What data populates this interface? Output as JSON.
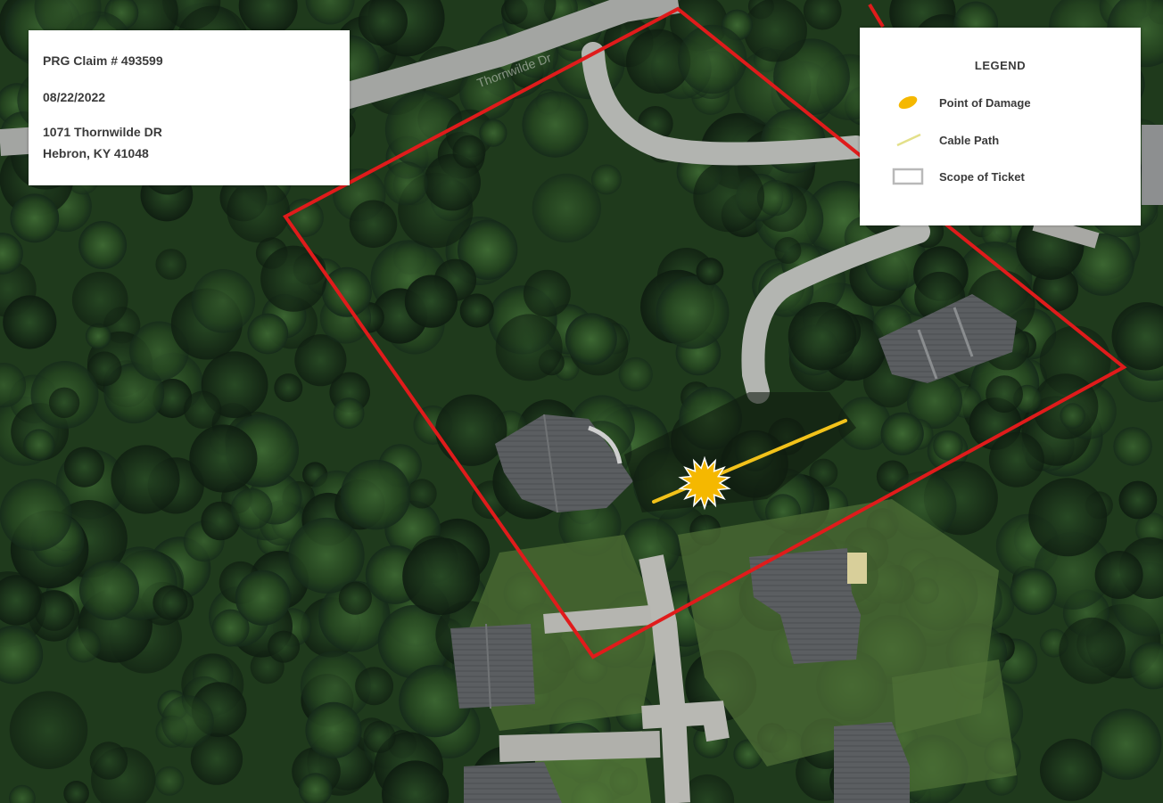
{
  "info": {
    "claim": "PRG Claim # 493599",
    "date": "08/22/2022",
    "address_line1": "1071 Thornwilde DR",
    "address_line2": "Hebron, KY 41048"
  },
  "street_label": "Thornwilde Dr",
  "legend": {
    "title": "LEGEND",
    "items": [
      {
        "label": "Point of Damage",
        "symbol": "orange-burst-icon"
      },
      {
        "label": "Cable Path",
        "symbol": "yellow-line-icon"
      },
      {
        "label": "Scope of Ticket",
        "symbol": "grey-box-icon"
      }
    ]
  },
  "colors": {
    "scope_outline": "#e01b1b",
    "cable_path": "#f2c21a",
    "damage_point": "#f5b800",
    "tree_canopy": "#1e3a1a",
    "road": "#9a9c99"
  }
}
